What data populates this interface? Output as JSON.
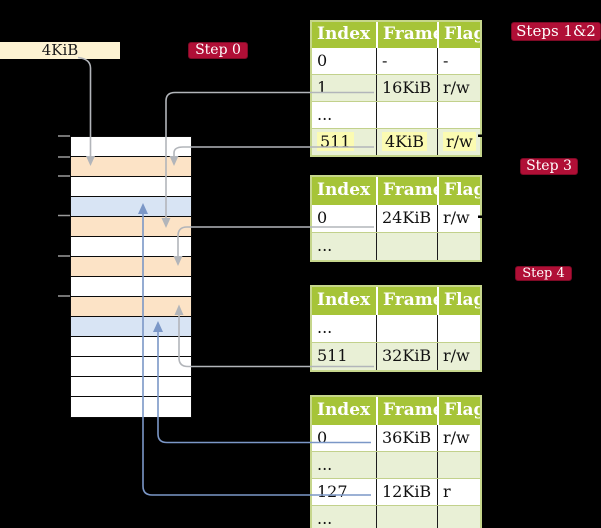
{
  "colors": {
    "bg": "#000000",
    "badge_red": "#b00f36",
    "badge_edge": "#7e0a26",
    "badge_text": "#ffffff",
    "frame_label_cream": "#fdf3d2",
    "table_header_green": "#a6c438",
    "table_row_green": "#e9f0d6",
    "table_row_white": "#ffffff",
    "table_border_green": "#c6d68c",
    "highlight_yellow": "#fbfbb2",
    "mem_white": "#ffffff",
    "mem_peach": "#fce3c6",
    "mem_blue": "#d8e4f4",
    "arrow_gray": "#b2b5ba",
    "arrow_blue": "#7b97c7",
    "tick_gray": "#9a9a9a"
  },
  "labels": {
    "frame_size": "4KiB",
    "step0": "Step 0",
    "steps12": "Steps 1&2",
    "step3": "Step 3",
    "step4": "Step 4"
  },
  "memory": {
    "rows": [
      "white",
      "peach",
      "white",
      "blue",
      "peach",
      "white",
      "peach",
      "white",
      "peach",
      "blue",
      "white",
      "white",
      "white",
      "white"
    ]
  },
  "tables": [
    {
      "columns": [
        "Index",
        "Frame",
        "Flags"
      ],
      "rows": [
        {
          "cells": [
            "0",
            "-",
            "-"
          ],
          "shade": false,
          "highlight": false
        },
        {
          "cells": [
            "1",
            "16KiB",
            "r/w"
          ],
          "shade": true,
          "highlight": false
        },
        {
          "cells": [
            "...",
            "",
            ""
          ],
          "shade": false,
          "highlight": false
        },
        {
          "cells": [
            "511",
            "4KiB",
            "r/w"
          ],
          "shade": true,
          "highlight": true
        }
      ]
    },
    {
      "columns": [
        "Index",
        "Frame",
        "Flags"
      ],
      "rows": [
        {
          "cells": [
            "0",
            "24KiB",
            "r/w"
          ],
          "shade": false,
          "highlight": false
        },
        {
          "cells": [
            "...",
            "",
            ""
          ],
          "shade": true,
          "highlight": false
        }
      ]
    },
    {
      "columns": [
        "Index",
        "Frame",
        "Flags"
      ],
      "rows": [
        {
          "cells": [
            "...",
            "",
            ""
          ],
          "shade": false,
          "highlight": false
        },
        {
          "cells": [
            "511",
            "32KiB",
            "r/w"
          ],
          "shade": true,
          "highlight": false
        }
      ]
    },
    {
      "columns": [
        "Index",
        "Frame",
        "Flags"
      ],
      "rows": [
        {
          "cells": [
            "0",
            "36KiB",
            "r/w"
          ],
          "shade": false,
          "highlight": false
        },
        {
          "cells": [
            "...",
            "",
            ""
          ],
          "shade": true,
          "highlight": false
        },
        {
          "cells": [
            "127",
            "12KiB",
            "r"
          ],
          "shade": false,
          "highlight": false
        },
        {
          "cells": [
            "...",
            "",
            ""
          ],
          "shade": true,
          "highlight": false
        }
      ]
    }
  ]
}
